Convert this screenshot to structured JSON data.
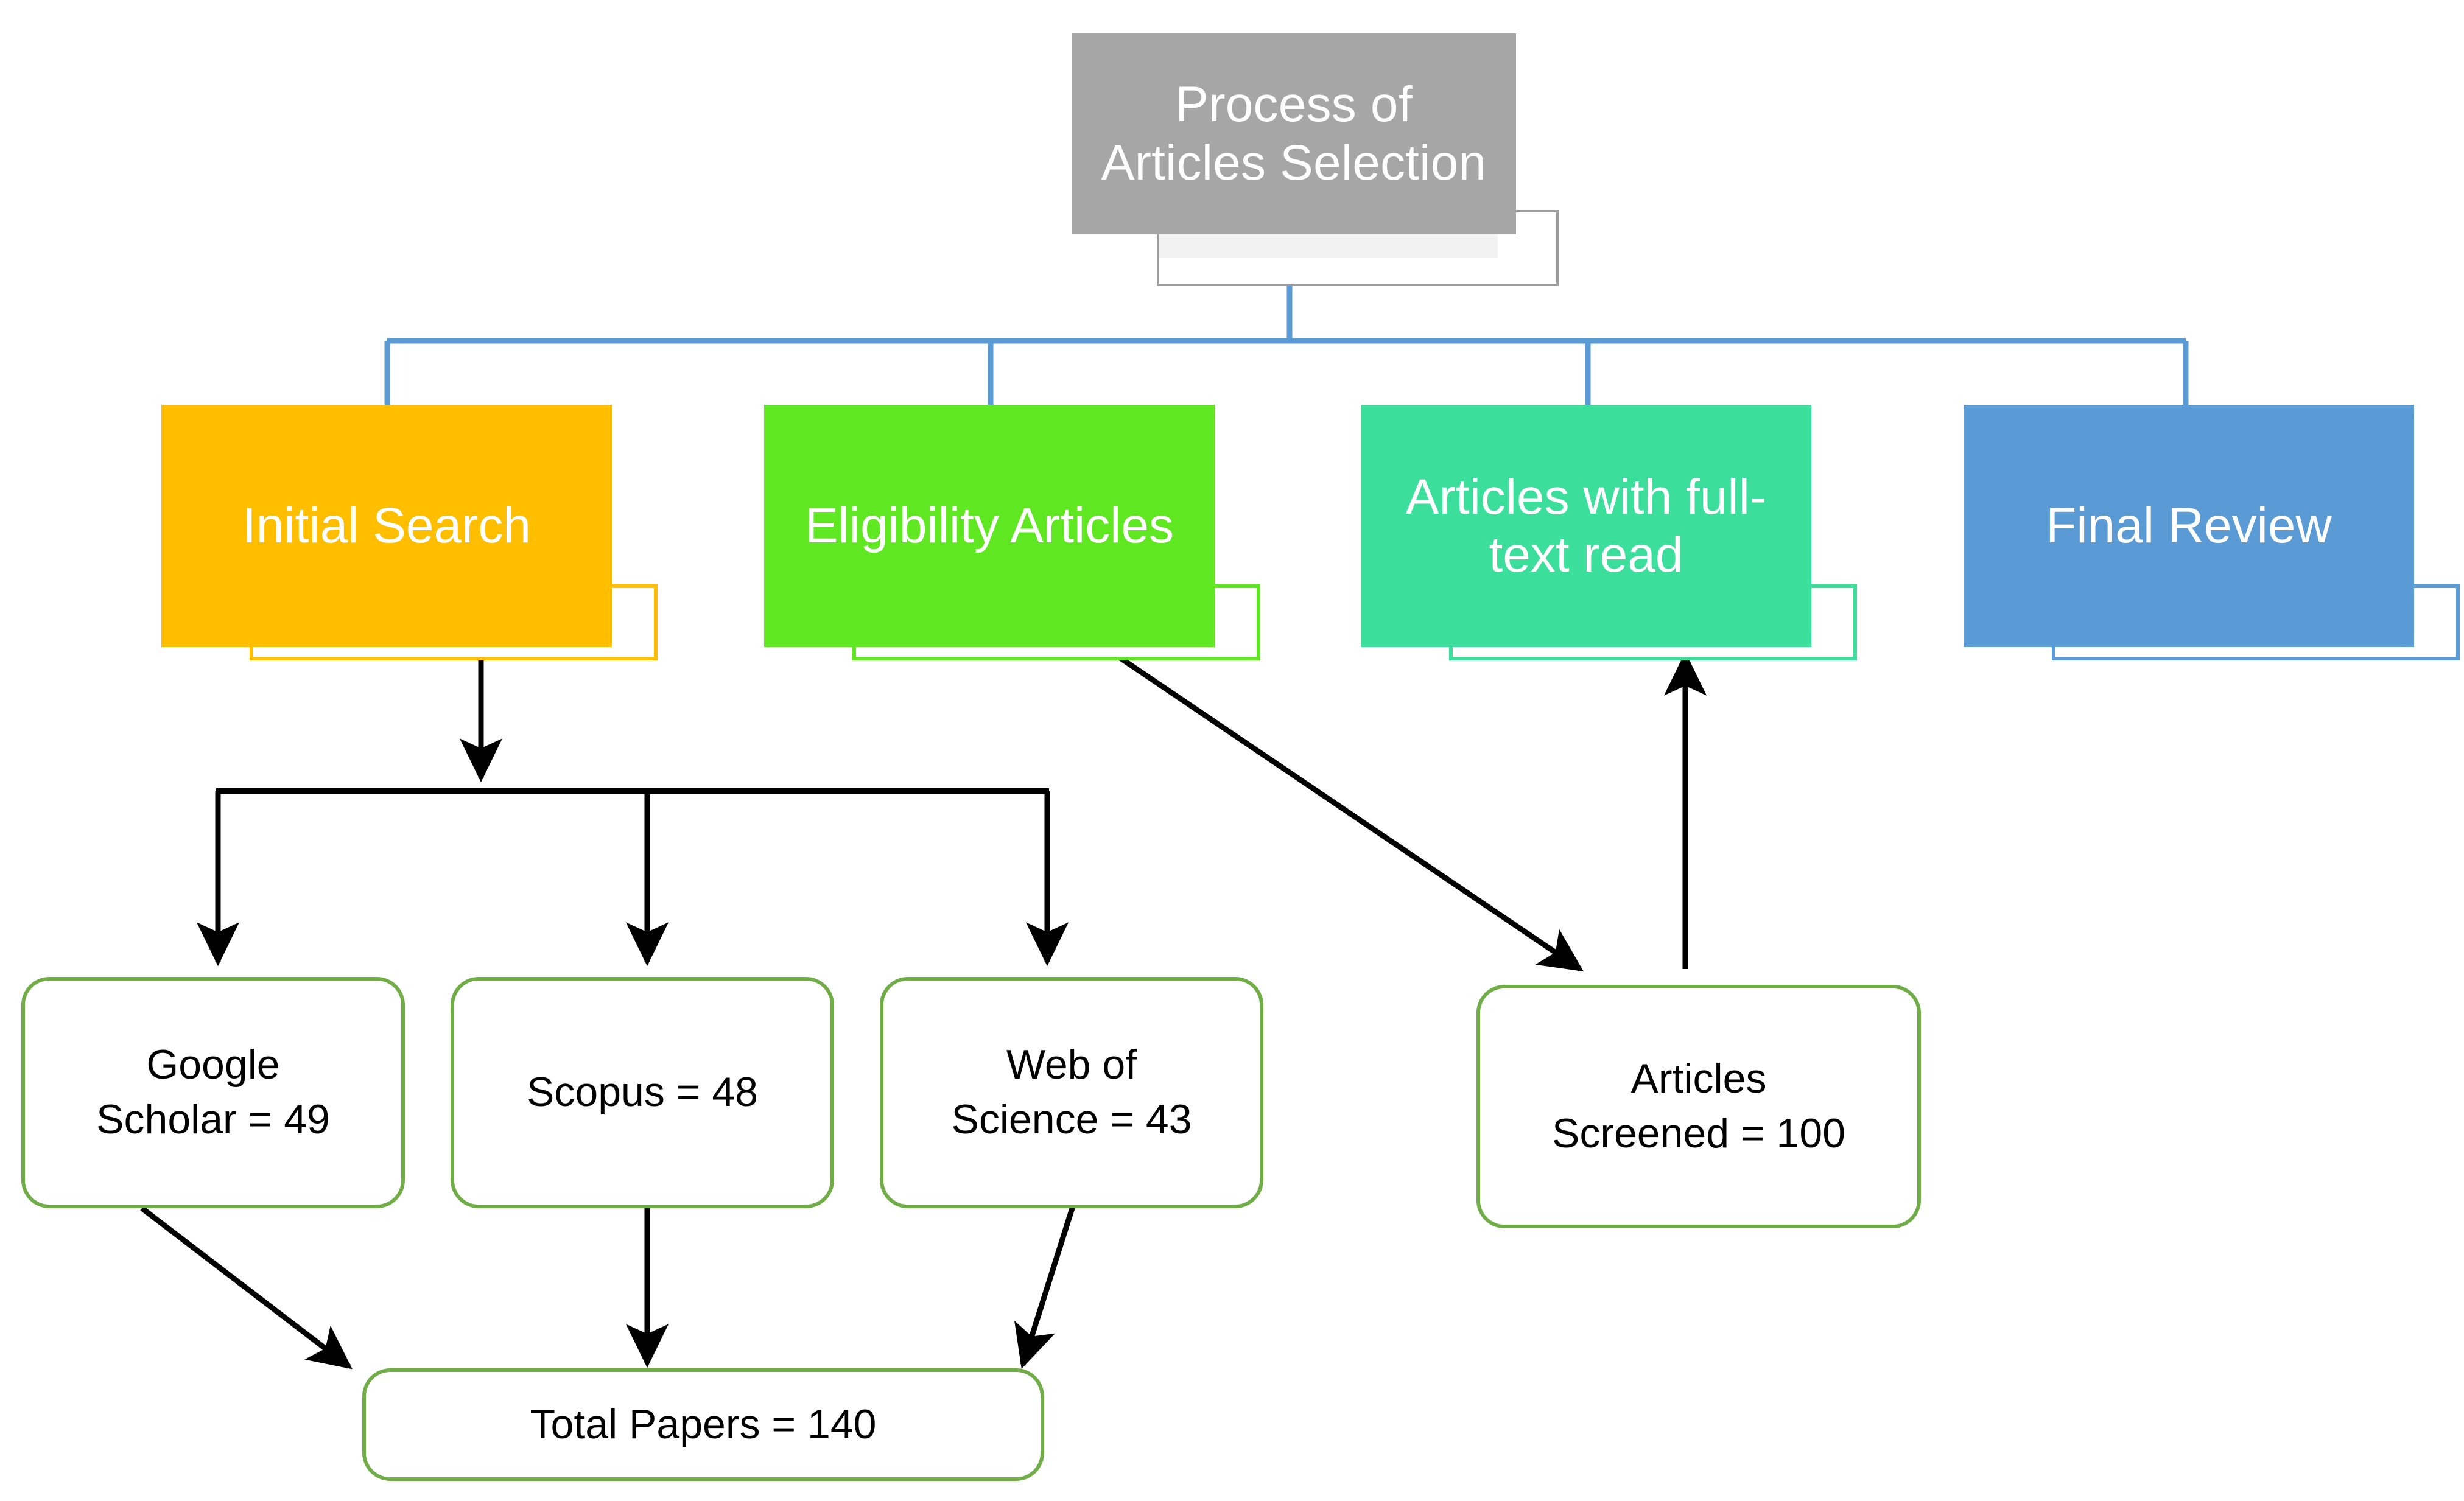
{
  "diagram": {
    "title": "Process of\nArticles Selection",
    "title_plain": "Process of Articles Selection",
    "type": "flowchart",
    "connector_color": "#5B9BD5",
    "arrow_color": "#000000",
    "leaf_border_color": "#70AD47",
    "header": {
      "label": "Process of\nArticles Selection",
      "fill": "#A6A6A6",
      "sub_border": "#9C9C9C"
    },
    "stages": [
      {
        "id": "initial-search",
        "label": "Initial Search",
        "fill": "#FFBF00",
        "sub_border": "#FFBF00",
        "sub_tint": "#FFF8E8"
      },
      {
        "id": "eligibility-articles",
        "label": "Eligibility Articles",
        "fill": "#5FE821",
        "sub_border": "#5FE821",
        "sub_tint": "#F1FBEC"
      },
      {
        "id": "articles-full-text-read",
        "label": "Articles with full-\ntext read",
        "fill": "#3CDE9C",
        "sub_border": "#3CDE9C",
        "sub_tint": "#EDFAF5"
      },
      {
        "id": "final-review",
        "label": "Final Review",
        "fill": "#5B9BD5",
        "sub_border": "#5B9BD5",
        "sub_tint": "#EFF4FC"
      }
    ],
    "leaves": [
      {
        "id": "google-scholar",
        "label": "Google\nScholar = 49",
        "source": "Google Scholar",
        "count": 49
      },
      {
        "id": "scopus",
        "label": "Scopus = 48",
        "source": "Scopus",
        "count": 48
      },
      {
        "id": "web-of-science",
        "label": "Web of\nScience = 43",
        "source": "Web of Science",
        "count": 43
      },
      {
        "id": "articles-screened",
        "label": "Articles\nScreened = 100",
        "source": "Articles Screened",
        "count": 100
      },
      {
        "id": "total-papers",
        "label": "Total Papers = 140",
        "source": "Total Papers",
        "count": 140
      }
    ]
  }
}
